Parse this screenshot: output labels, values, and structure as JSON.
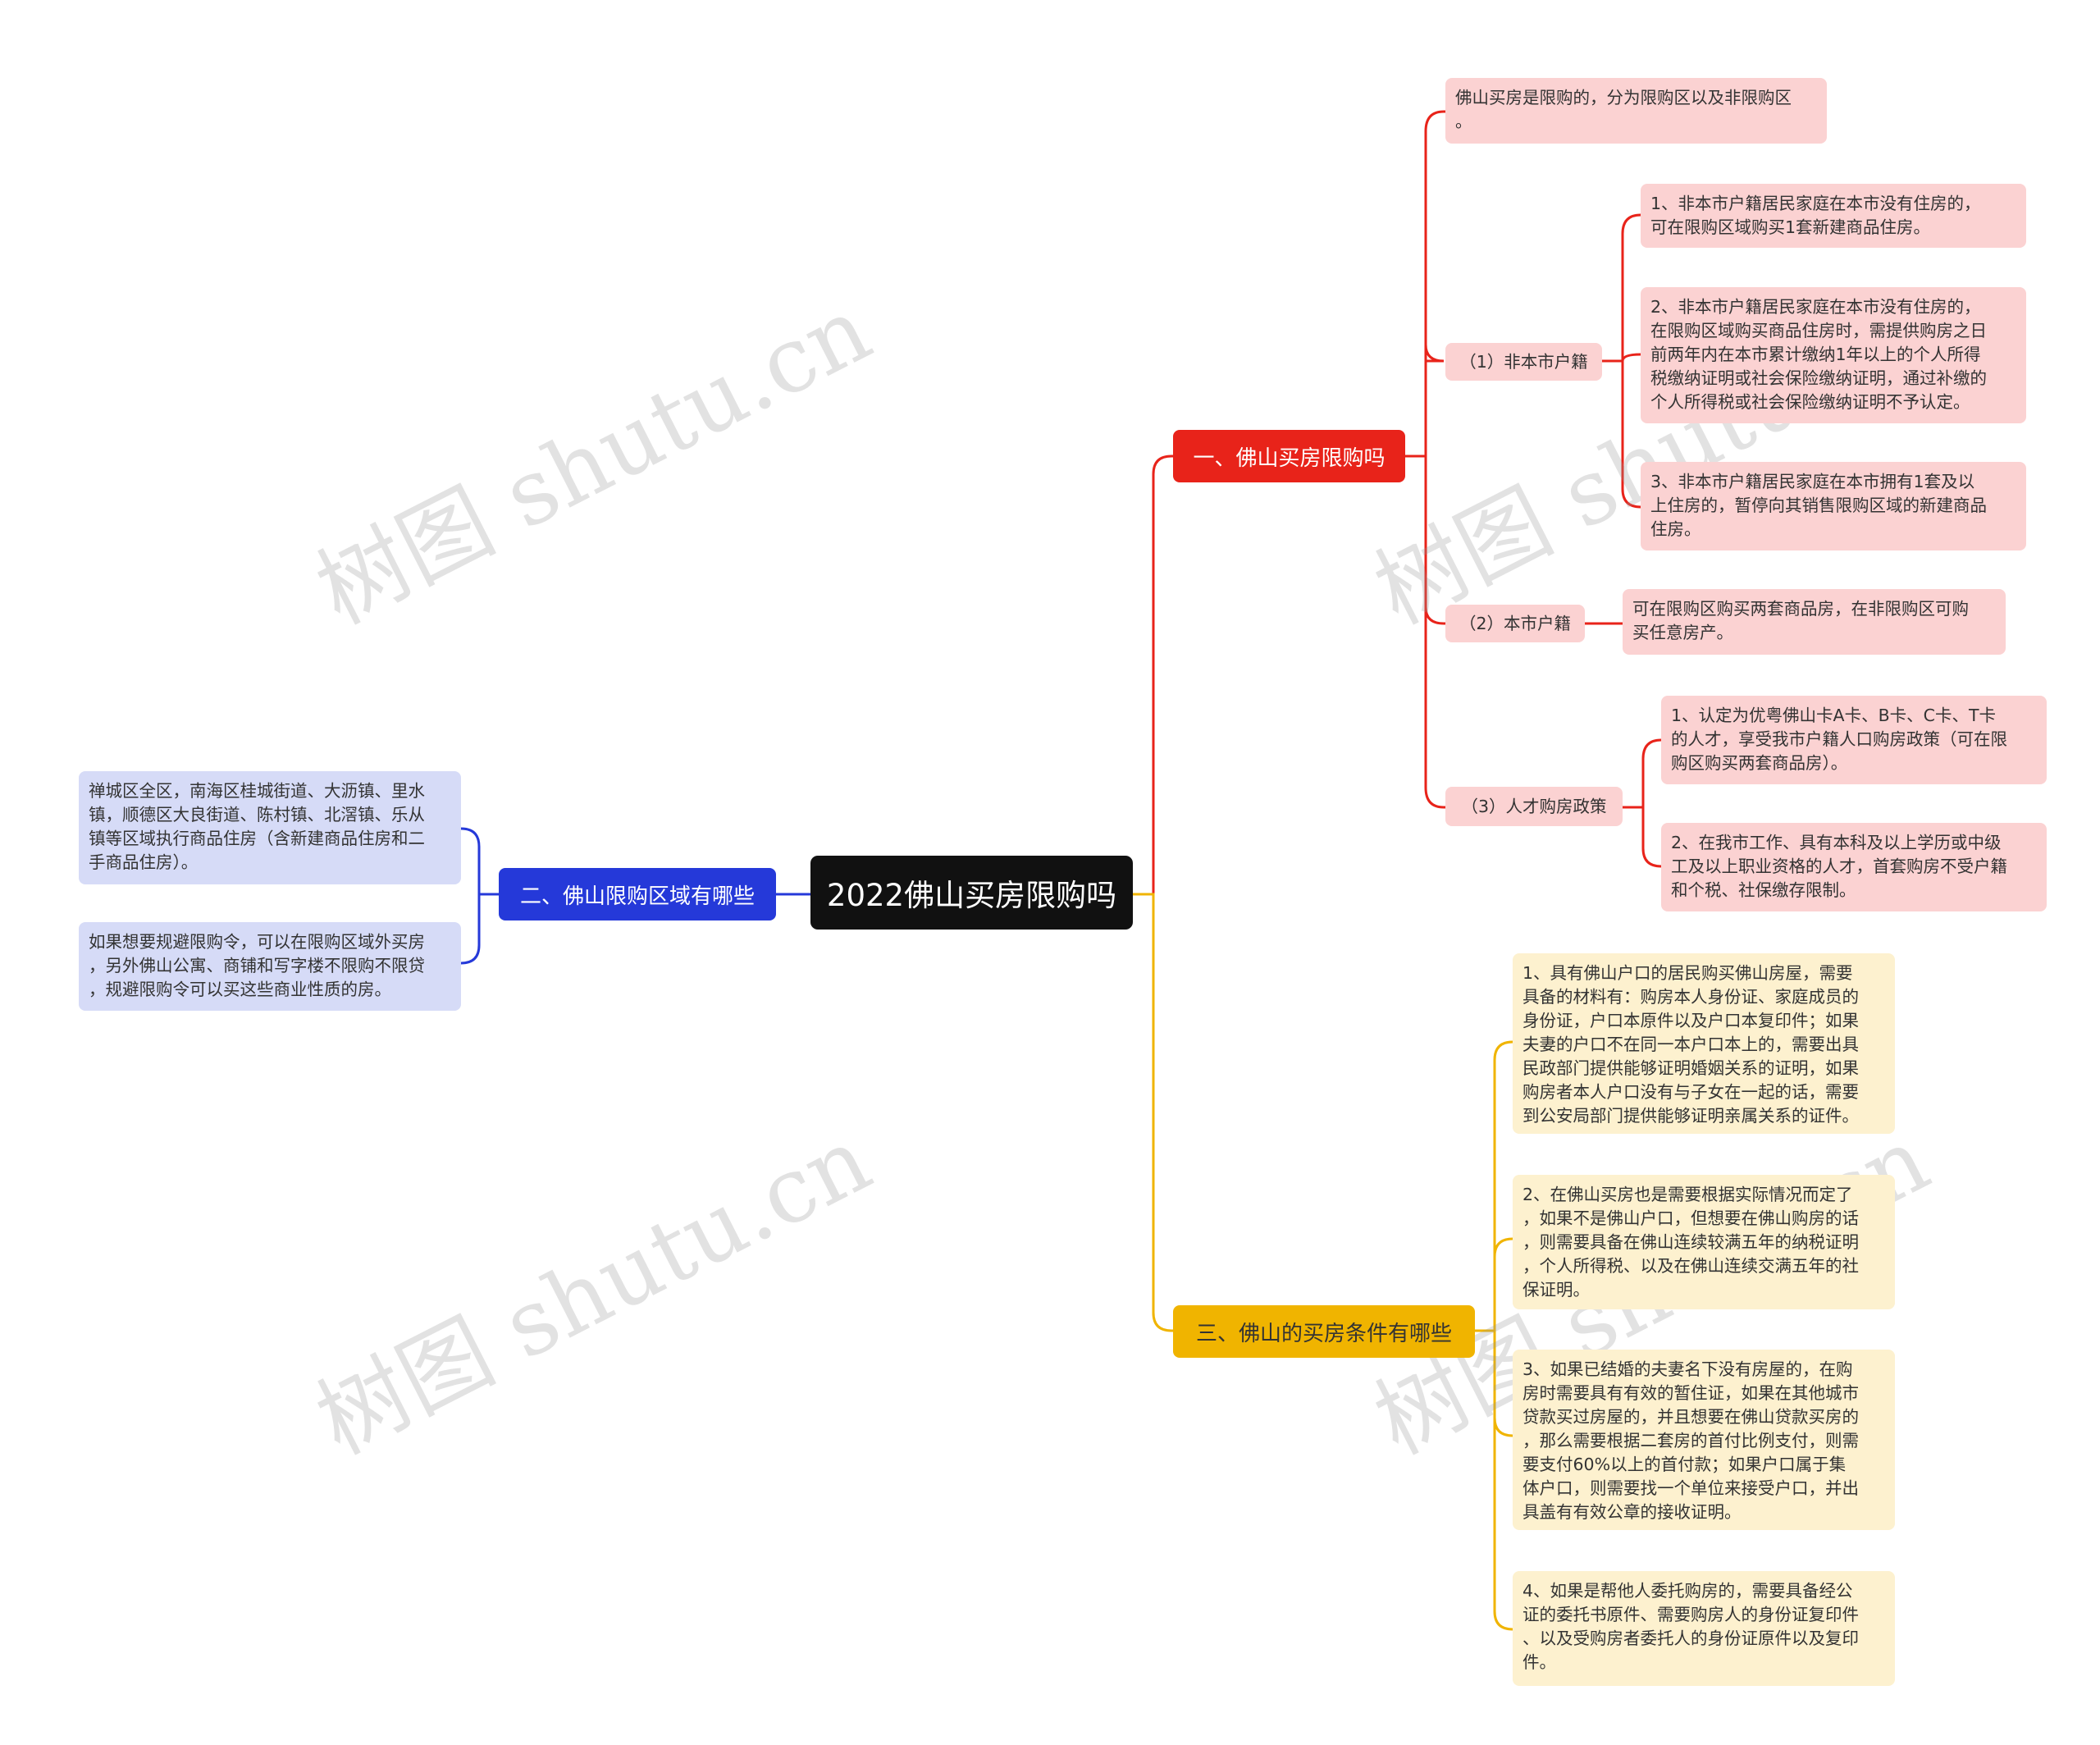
{
  "root": {
    "label": "2022佛山买房限购吗"
  },
  "branch1": {
    "label": "一、佛山买房限购吗",
    "color": "#e8231a",
    "intro": "佛山买房是限购的，分为限购区以及非限购区\n。",
    "non_local": {
      "label": "（1）非本市户籍",
      "items": [
        "1、非本市户籍居民家庭在本市没有住房的，\n可在限购区域购买1套新建商品住房。",
        "2、非本市户籍居民家庭在本市没有住房的，\n在限购区域购买商品住房时，需提供购房之日\n前两年内在本市累计缴纳1年以上的个人所得\n税缴纳证明或社会保险缴纳证明，通过补缴的\n个人所得税或社会保险缴纳证明不予认定。",
        "3、非本市户籍居民家庭在本市拥有1套及以\n上住房的，暂停向其销售限购区域的新建商品\n住房。"
      ]
    },
    "local": {
      "label": "（2）本市户籍",
      "items": [
        "可在限购区购买两套商品房，在非限购区可购\n买任意房产。"
      ]
    },
    "talent": {
      "label": "（3）人才购房政策",
      "items": [
        "1、认定为优粤佛山卡A卡、B卡、C卡、T卡\n的人才，享受我市户籍人口购房政策（可在限\n购区购买两套商品房）。",
        "2、在我市工作、具有本科及以上学历或中级\n工及以上职业资格的人才，首套购房不受户籍\n和个税、社保缴存限制。"
      ]
    }
  },
  "branch2": {
    "label": "二、佛山限购区域有哪些",
    "color": "#2539d9",
    "items": [
      "禅城区全区，南海区桂城街道、大沥镇、里水\n镇，顺德区大良街道、陈村镇、北滘镇、乐从\n镇等区域执行商品住房（含新建商品住房和二\n手商品住房）。",
      "如果想要规避限购令，可以在限购区域外买房\n，另外佛山公寓、商铺和写字楼不限购不限贷\n，规避限购令可以买这些商业性质的房。"
    ]
  },
  "branch3": {
    "label": "三、佛山的买房条件有哪些",
    "color": "#f0b400",
    "items": [
      "1、具有佛山户口的居民购买佛山房屋，需要\n具备的材料有：购房本人身份证、家庭成员的\n身份证，户口本原件以及户口本复印件；如果\n夫妻的户口不在同一本户口本上的，需要出具\n民政部门提供能够证明婚姻关系的证明，如果\n购房者本人户口没有与子女在一起的话，需要\n到公安局部门提供能够证明亲属关系的证件。",
      "2、在佛山买房也是需要根据实际情况而定了\n，如果不是佛山户口，但想要在佛山购房的话\n，则需要具备在佛山连续较满五年的纳税证明\n，个人所得税、以及在佛山连续交满五年的社\n保证明。",
      "3、如果已结婚的夫妻名下没有房屋的，在购\n房时需要具有有效的暂住证，如果在其他城市\n贷款买过房屋的，并且想要在佛山贷款买房的\n，那么需要根据二套房的首付比例支付，则需\n要支付60%以上的首付款；如果户口属于集\n体户口，则需要找一个单位来接受户口，并出\n具盖有有效公章的接收证明。",
      "4、如果是帮他人委托购房的，需要具备经公\n证的委托书原件、需要购房人的身份证复印件\n、以及受购房者委托人的身份证原件以及复印\n件。"
    ]
  },
  "watermark": "树图 shutu.cn",
  "colors": {
    "red_leaf": "#fbd2d2",
    "blue_leaf": "#d6dbf7",
    "yellow_leaf": "#fdf1cf",
    "root": "#111111"
  }
}
